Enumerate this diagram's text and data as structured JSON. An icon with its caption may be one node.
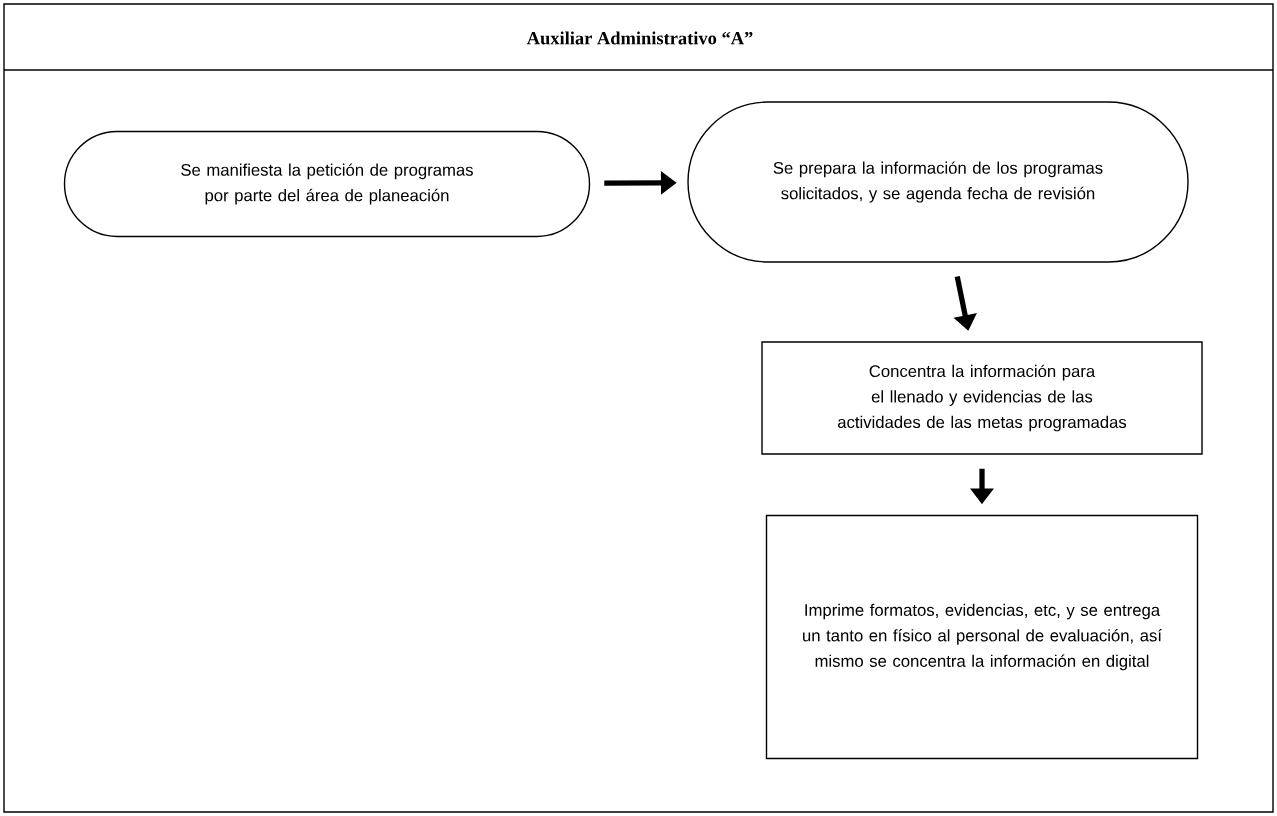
{
  "diagram": {
    "title": "Auxiliar Administrativo “A”",
    "nodes": [
      {
        "text": [
          "Se manifiesta la petición de programas por parte del área de planeación"
        ]
      },
      {
        "text": [
          "Se prepara la información de los programas solicitados, y se agenda fecha de revisión"
        ]
      },
      {
        "text": [
          "Concentra la información para el llenado y evidencias de las actividades de las metas programadas"
        ]
      },
      {
        "text": [
          "Imprime formatos, evidencias, etc, y se entrega un tanto en físico al personal de evaluación, así mismo se concentra la información en digital"
        ]
      }
    ],
    "edges": [
      {
        "from": 0,
        "to": 1,
        "arrow": "to"
      },
      {
        "from": 1,
        "to": 2,
        "arrow": "to"
      },
      {
        "from": 2,
        "to": 3,
        "arrow": "to"
      }
    ]
  }
}
